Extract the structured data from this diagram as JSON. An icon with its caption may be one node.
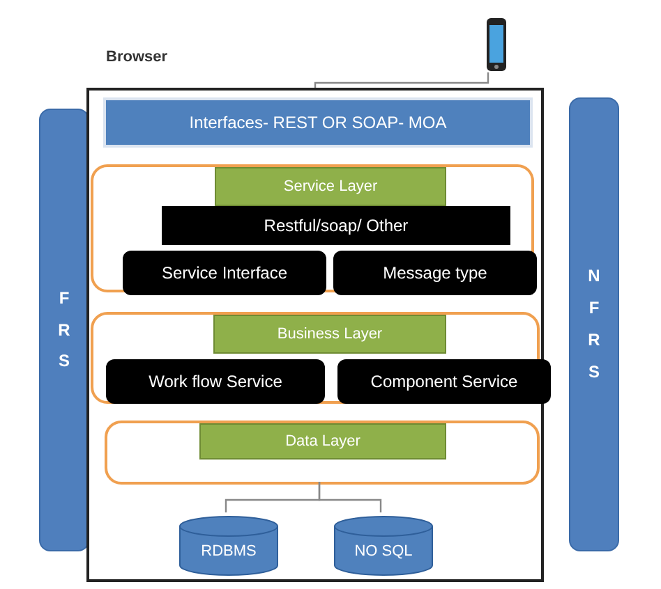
{
  "diagram": {
    "nodes": [
      {
        "text": [
          "FRS"
        ]
      },
      {
        "text": [],
        "shape": "box"
      },
      {
        "text": [
          "Interfaces- REST OR SOAP- MOA"
        ],
        "in": 1
      },
      {
        "text": [],
        "shape": "box",
        "in": 1
      },
      {
        "text": [
          "Service Layer"
        ],
        "in": 3
      },
      {
        "text": [
          "Restful/soap/ Other"
        ],
        "in": 3
      },
      {
        "text": [
          "Service Interface"
        ],
        "in": 3
      },
      {
        "text": [
          "Message type"
        ],
        "in": 3
      },
      {
        "text": [],
        "shape": "box",
        "in": 1
      },
      {
        "text": [
          "Business Layer"
        ],
        "in": 8
      },
      {
        "text": [
          "Work flow Service"
        ],
        "in": 8
      },
      {
        "text": [
          "Component Service"
        ],
        "in": 8
      },
      {
        "text": [],
        "shape": "box",
        "in": 1
      },
      {
        "text": [
          "Data Layer"
        ],
        "in": 12
      },
      {
        "text": [
          "RDBMS"
        ],
        "in": 1
      },
      {
        "text": [
          "NO SQL"
        ],
        "in": 1
      },
      {
        "text": [
          "NFRS"
        ]
      },
      {
        "text": [],
        "shape": "phone"
      }
    ],
    "edges": [
      {
        "from": 12,
        "to": 14,
        "arrow": "none"
      },
      {
        "from": 12,
        "to": 15,
        "arrow": "none"
      },
      {
        "from": 17,
        "to": 1,
        "arrow": "none"
      }
    ],
    "labels": [
      "Browser"
    ]
  }
}
